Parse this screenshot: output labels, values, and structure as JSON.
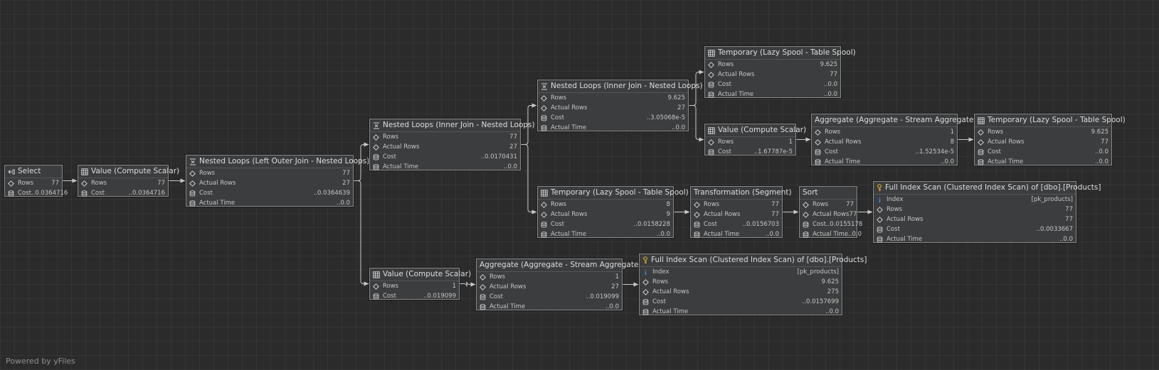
{
  "watermark": "Powered by yFiles",
  "colors": {
    "background": "#2b2b2b",
    "node_bg": "#3b3d3f",
    "node_border": "#8a8a8a",
    "edge": "#c8c8c8",
    "key_icon": "#d4a72c",
    "index_icon": "#4a8fd9"
  },
  "nodes": [
    {
      "id": "n1",
      "title": "Select",
      "icon": "select-icon",
      "rows": [
        {
          "icon": "diamond-icon",
          "label": "Rows",
          "value": "77"
        },
        {
          "icon": "database-icon",
          "label": "Cost",
          "value": "..0.0364716"
        }
      ]
    },
    {
      "id": "n2",
      "title": "Value (Compute Scalar)",
      "icon": "table-icon",
      "rows": [
        {
          "icon": "diamond-icon",
          "label": "Rows",
          "value": "77"
        },
        {
          "icon": "database-icon",
          "label": "Cost",
          "value": "..0.0364716"
        }
      ]
    },
    {
      "id": "n3",
      "title": "Nested Loops (Left Outer Join - Nested Loops)",
      "icon": "nested-loops-icon",
      "rows": [
        {
          "icon": "diamond-icon",
          "label": "Rows",
          "value": "77"
        },
        {
          "icon": "diamond-icon",
          "label": "Actual Rows",
          "value": "27"
        },
        {
          "icon": "database-icon",
          "label": "Cost",
          "value": "..0.0364639"
        },
        {
          "icon": "database-icon",
          "label": "Actual Time",
          "value": "..0.0"
        }
      ]
    },
    {
      "id": "n4",
      "title": "Nested Loops (Inner Join - Nested Loops)",
      "icon": "nested-loops-icon",
      "rows": [
        {
          "icon": "diamond-icon",
          "label": "Rows",
          "value": "77"
        },
        {
          "icon": "diamond-icon",
          "label": "Actual Rows",
          "value": "27"
        },
        {
          "icon": "database-icon",
          "label": "Cost",
          "value": "..0.0170431"
        },
        {
          "icon": "database-icon",
          "label": "Actual Time",
          "value": "..0.0"
        }
      ]
    },
    {
      "id": "n5",
      "title": "Value (Compute Scalar)",
      "icon": "table-icon",
      "rows": [
        {
          "icon": "diamond-icon",
          "label": "Rows",
          "value": "1"
        },
        {
          "icon": "database-icon",
          "label": "Cost",
          "value": "..0.019099"
        }
      ]
    },
    {
      "id": "n6",
      "title": "Nested Loops (Inner Join - Nested Loops)",
      "icon": "nested-loops-icon",
      "rows": [
        {
          "icon": "diamond-icon",
          "label": "Rows",
          "value": "9.625"
        },
        {
          "icon": "diamond-icon",
          "label": "Actual Rows",
          "value": "27"
        },
        {
          "icon": "database-icon",
          "label": "Cost",
          "value": "..3.05068e-5"
        },
        {
          "icon": "database-icon",
          "label": "Actual Time",
          "value": "..0.0"
        }
      ]
    },
    {
      "id": "n7",
      "title": "Temporary (Lazy Spool - Table Spool)",
      "icon": "table-icon",
      "rows": [
        {
          "icon": "diamond-icon",
          "label": "Rows",
          "value": "8"
        },
        {
          "icon": "diamond-icon",
          "label": "Actual Rows",
          "value": "9"
        },
        {
          "icon": "database-icon",
          "label": "Cost",
          "value": "..0.0158228"
        },
        {
          "icon": "database-icon",
          "label": "Actual Time",
          "value": "..0.0"
        }
      ]
    },
    {
      "id": "n8",
      "title": "Aggregate (Aggregate - Stream Aggregate)",
      "icon": "none",
      "rows": [
        {
          "icon": "diamond-icon",
          "label": "Rows",
          "value": "1"
        },
        {
          "icon": "diamond-icon",
          "label": "Actual Rows",
          "value": "27"
        },
        {
          "icon": "database-icon",
          "label": "Cost",
          "value": "..0.019099"
        },
        {
          "icon": "database-icon",
          "label": "Actual Time",
          "value": "..0.0"
        }
      ]
    },
    {
      "id": "n9",
      "title": "Temporary (Lazy Spool - Table Spool)",
      "icon": "table-icon",
      "rows": [
        {
          "icon": "diamond-icon",
          "label": "Rows",
          "value": "9.625"
        },
        {
          "icon": "diamond-icon",
          "label": "Actual Rows",
          "value": "77"
        },
        {
          "icon": "database-icon",
          "label": "Cost",
          "value": "..0.0"
        },
        {
          "icon": "database-icon",
          "label": "Actual Time",
          "value": "..0.0"
        }
      ]
    },
    {
      "id": "n10",
      "title": "Value (Compute Scalar)",
      "icon": "table-icon",
      "rows": [
        {
          "icon": "diamond-icon",
          "label": "Rows",
          "value": "1"
        },
        {
          "icon": "database-icon",
          "label": "Cost",
          "value": "..1.67787e-5"
        }
      ]
    },
    {
      "id": "n11",
      "title": "Transformation (Segment)",
      "icon": "none",
      "rows": [
        {
          "icon": "diamond-icon",
          "label": "Rows",
          "value": "77"
        },
        {
          "icon": "diamond-icon",
          "label": "Actual Rows",
          "value": "77"
        },
        {
          "icon": "database-icon",
          "label": "Cost",
          "value": "..0.0156703"
        },
        {
          "icon": "database-icon",
          "label": "Actual Time",
          "value": "..0.0"
        }
      ]
    },
    {
      "id": "n12",
      "title": "Full Index Scan (Clustered Index Scan) of [dbo].[Products]",
      "icon": "key-icon",
      "rows": [
        {
          "icon": "index-icon",
          "label": "Index",
          "value": "[pk_products]"
        },
        {
          "icon": "diamond-icon",
          "label": "Rows",
          "value": "9.625"
        },
        {
          "icon": "diamond-icon",
          "label": "Actual Rows",
          "value": "275"
        },
        {
          "icon": "database-icon",
          "label": "Cost",
          "value": "..0.0157699"
        },
        {
          "icon": "database-icon",
          "label": "Actual Time",
          "value": "..0.0"
        }
      ]
    },
    {
      "id": "n13",
      "title": "Aggregate (Aggregate - Stream Aggregate)",
      "icon": "none",
      "rows": [
        {
          "icon": "diamond-icon",
          "label": "Rows",
          "value": "1"
        },
        {
          "icon": "diamond-icon",
          "label": "Actual Rows",
          "value": "8"
        },
        {
          "icon": "database-icon",
          "label": "Cost",
          "value": "..1.52534e-5"
        },
        {
          "icon": "database-icon",
          "label": "Actual Time",
          "value": "..0.0"
        }
      ]
    },
    {
      "id": "n14",
      "title": "Sort",
      "icon": "none",
      "rows": [
        {
          "icon": "diamond-icon",
          "label": "Rows",
          "value": "77"
        },
        {
          "icon": "diamond-icon",
          "label": "Actual Rows",
          "value": "77"
        },
        {
          "icon": "database-icon",
          "label": "Cost",
          "value": "..0.0155178"
        },
        {
          "icon": "database-icon",
          "label": "Actual Time",
          "value": "..0.0"
        }
      ]
    },
    {
      "id": "n15",
      "title": "Temporary (Lazy Spool - Table Spool)",
      "icon": "table-icon",
      "rows": [
        {
          "icon": "diamond-icon",
          "label": "Rows",
          "value": "9.625"
        },
        {
          "icon": "diamond-icon",
          "label": "Actual Rows",
          "value": "77"
        },
        {
          "icon": "database-icon",
          "label": "Cost",
          "value": "..0.0"
        },
        {
          "icon": "database-icon",
          "label": "Actual Time",
          "value": "..0.0"
        }
      ]
    },
    {
      "id": "n16",
      "title": "Full Index Scan (Clustered Index Scan) of [dbo].[Products]",
      "icon": "key-icon",
      "rows": [
        {
          "icon": "index-icon",
          "label": "Index",
          "value": "[pk_products]"
        },
        {
          "icon": "diamond-icon",
          "label": "Rows",
          "value": "77"
        },
        {
          "icon": "diamond-icon",
          "label": "Actual Rows",
          "value": "77"
        },
        {
          "icon": "database-icon",
          "label": "Cost",
          "value": "..0.0033667"
        },
        {
          "icon": "database-icon",
          "label": "Actual Time",
          "value": "..0.0"
        }
      ]
    }
  ],
  "edges": [
    [
      "n1",
      "n2"
    ],
    [
      "n2",
      "n3"
    ],
    [
      "n3",
      "n4"
    ],
    [
      "n3",
      "n5"
    ],
    [
      "n4",
      "n6"
    ],
    [
      "n4",
      "n7"
    ],
    [
      "n5",
      "n8"
    ],
    [
      "n6",
      "n9"
    ],
    [
      "n6",
      "n10"
    ],
    [
      "n7",
      "n11"
    ],
    [
      "n8",
      "n12"
    ],
    [
      "n10",
      "n13"
    ],
    [
      "n11",
      "n14"
    ],
    [
      "n13",
      "n15"
    ],
    [
      "n14",
      "n16"
    ]
  ]
}
